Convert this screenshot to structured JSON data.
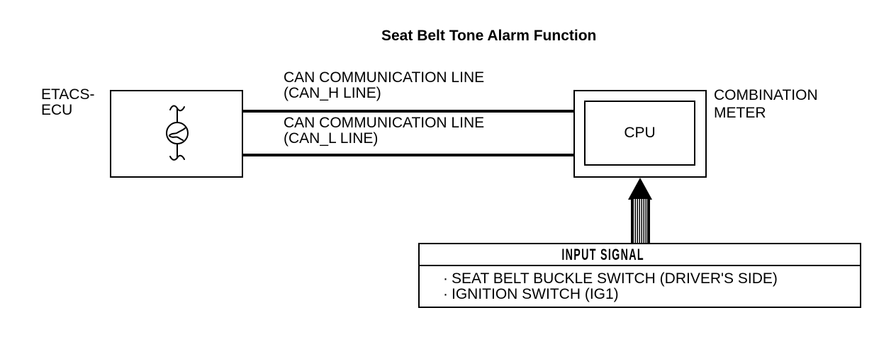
{
  "title": "Seat Belt Tone Alarm Function",
  "etacs": {
    "label_line1": "ETACS-",
    "label_line2": "ECU"
  },
  "can_lines": {
    "h": {
      "label_line1": "CAN COMMUNICATION LINE",
      "label_line2": "(CAN_H LINE)"
    },
    "l": {
      "label_line1": "CAN COMMUNICATION LINE",
      "label_line2": "(CAN_L LINE)"
    }
  },
  "combination_meter": {
    "label_line1": "COMBINATION",
    "label_line2": "METER",
    "cpu_label": "CPU"
  },
  "input_signal": {
    "header": "INPUT SIGNAL",
    "bullet": "·",
    "items": [
      "SEAT BELT BUCKLE SWITCH (DRIVER'S SIDE)",
      "IGNITION SWITCH (IG1)"
    ]
  },
  "colors": {
    "line": "#000000",
    "background": "#ffffff"
  }
}
